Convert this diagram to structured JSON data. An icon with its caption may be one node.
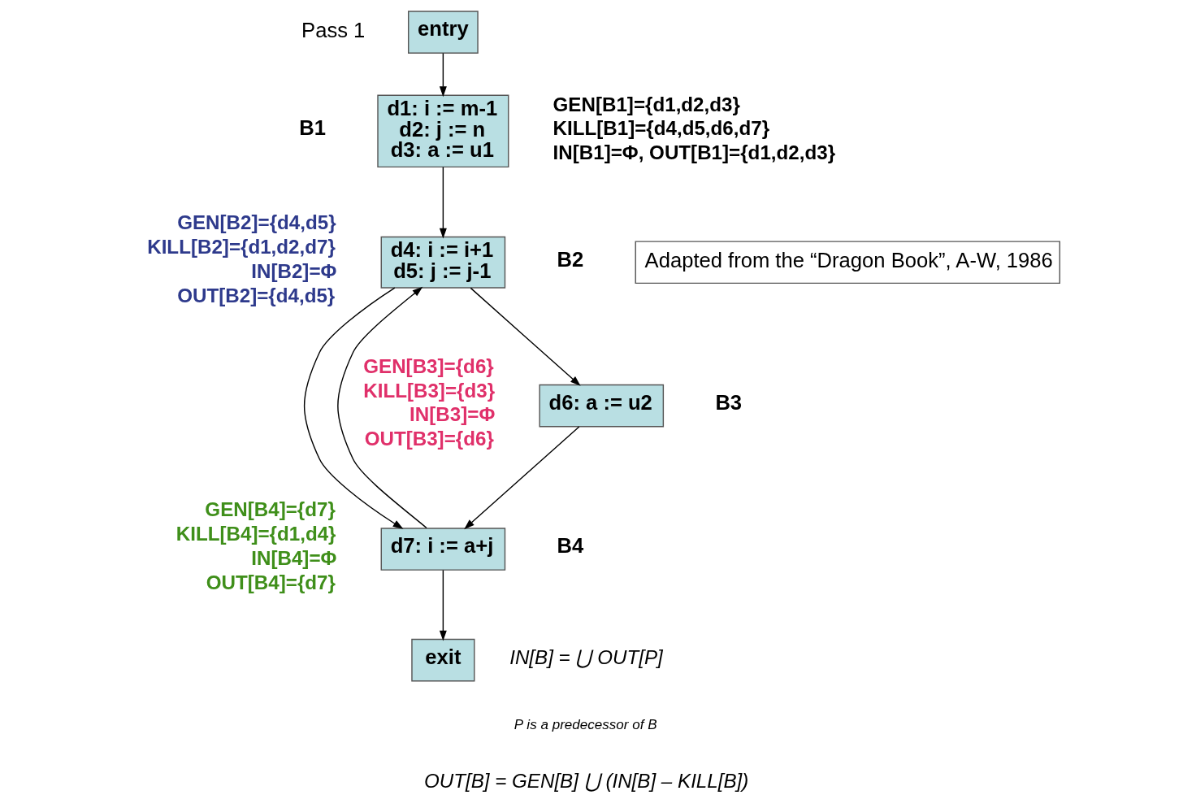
{
  "diagram": {
    "nodes": [
      {
        "text": [
          "entry"
        ]
      },
      {
        "text": [
          "d1: i := m-1",
          "d2: j := n",
          "d3: a := u1"
        ],
        "beside": [
          "B1",
          "GEN[B1]={d1,d2,d3}",
          "KILL[B1]={d4,d5,d6,d7}",
          "IN[B1]=Φ, OUT[B1]={d1,d2,d3}"
        ]
      },
      {
        "text": [
          "d4: i := i+1",
          "d5: j := j-1"
        ],
        "beside": [
          "B2",
          "GEN[B2]={d4,d5}",
          "KILL[B2]={d1,d2,d7}",
          "IN[B2]=Φ",
          "OUT[B2]={d4,d5}"
        ]
      },
      {
        "text": [
          "d6: a := u2"
        ],
        "beside": [
          "B3",
          "GEN[B3]={d6}",
          "KILL[B3]={d3}",
          "IN[B3]=Φ",
          "OUT[B3]={d6}"
        ]
      },
      {
        "text": [
          "d7: i := a+j"
        ],
        "beside": [
          "B4",
          "GEN[B4]={d7}",
          "KILL[B4]={d1,d4}",
          "IN[B4]=Φ",
          "OUT[B4]={d7}"
        ]
      },
      {
        "text": [
          "exit"
        ]
      },
      {
        "text": [
          "Adapted from the “Dragon Book”, A-W, 1986"
        ]
      }
    ],
    "edges": [
      {
        "from": 0,
        "to": 1,
        "arrow": "to"
      },
      {
        "from": 1,
        "to": 2,
        "arrow": "to"
      },
      {
        "from": 2,
        "to": 3,
        "arrow": "to"
      },
      {
        "from": 2,
        "to": 4,
        "arrow": "to"
      },
      {
        "from": 3,
        "to": 4,
        "arrow": "to"
      },
      {
        "from": 4,
        "to": 2,
        "arrow": "to"
      },
      {
        "from": 4,
        "to": 5,
        "arrow": "to"
      }
    ],
    "labels": [
      "Pass 1",
      "IN[B] = ⋃ OUT[P]",
      "P is a predecessor of B",
      "OUT[B] = GEN[B] ⋃ (IN[B] – KILL[B])"
    ]
  }
}
